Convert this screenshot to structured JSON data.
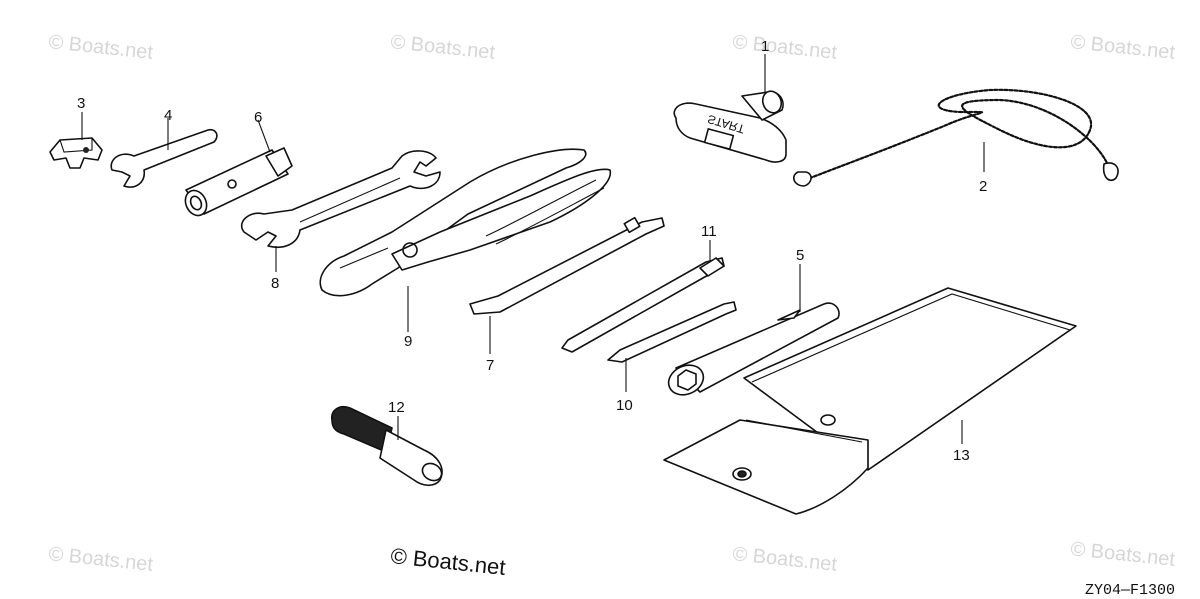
{
  "watermarks": {
    "corner_text": "© Boats.net",
    "main_text": "© Boats.net"
  },
  "diagram_code": "ZY04—F1300",
  "starter_handle_text": "START",
  "callouts": {
    "c1": "1",
    "c2": "2",
    "c3": "3",
    "c4": "4",
    "c5": "5",
    "c6": "6",
    "c7": "7",
    "c8": "8",
    "c9": "9",
    "c10": "10",
    "c11": "11",
    "c12": "12",
    "c13": "13"
  },
  "colors": {
    "ink": "#111111",
    "watermark": "#d6d6d6",
    "background": "#ffffff"
  }
}
